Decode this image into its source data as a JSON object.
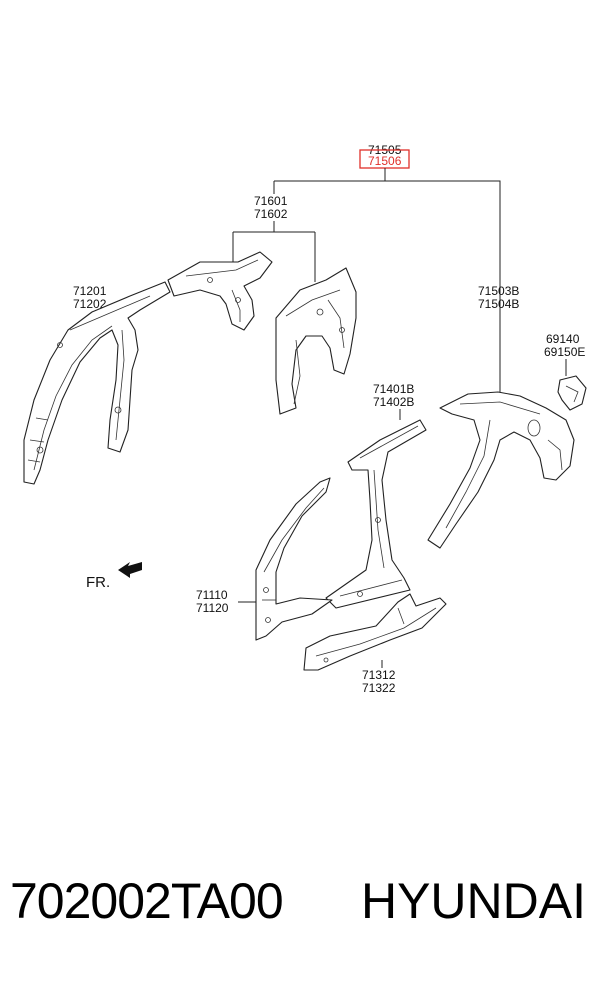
{
  "callouts": {
    "c71505": "71505",
    "c71506": "71506",
    "c71601": "71601",
    "c71602": "71602",
    "c71201": "71201",
    "c71202": "71202",
    "c71503b": "71503B",
    "c71504b": "71504B",
    "c69140": "69140",
    "c69150e": "69150E",
    "c71401b": "71401B",
    "c71402b": "71402B",
    "c71110": "71110",
    "c71120": "71120",
    "c71312": "71312",
    "c71322": "71322"
  },
  "front_indicator": "FR.",
  "footer": {
    "part_number": "702002TA00",
    "brand": "HYUNDAI"
  },
  "colors": {
    "highlight": "#e0302a",
    "line": "#222222"
  }
}
